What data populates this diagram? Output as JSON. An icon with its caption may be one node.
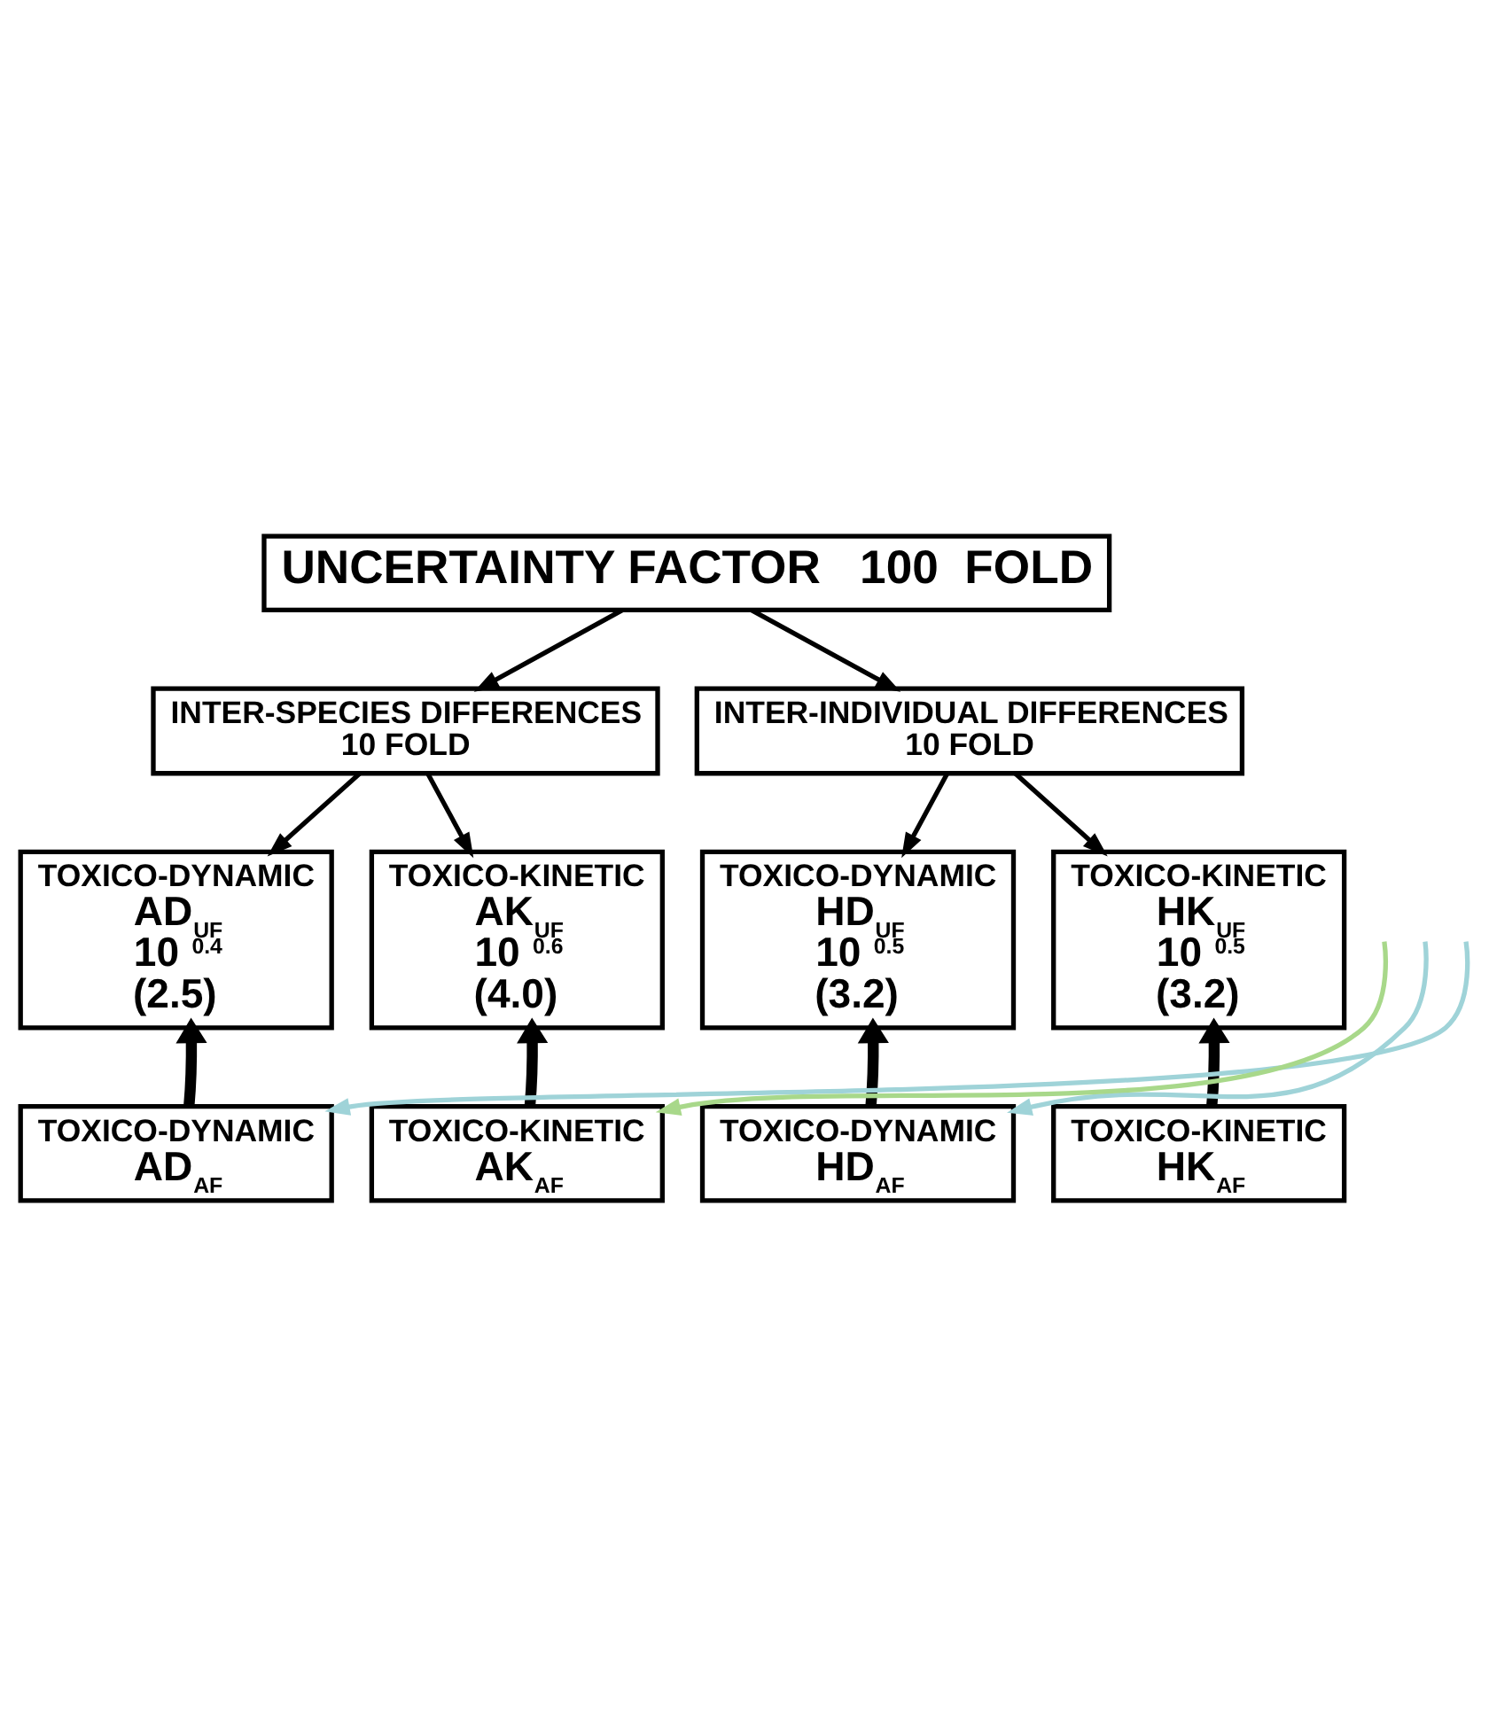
{
  "diagram": {
    "nodes": [
      {
        "text": [
          "UNCERTAINTY FACTOR   100  FOLD"
        ]
      },
      {
        "text": [
          "INTER-SPECIES DIFFERENCES",
          "10 FOLD"
        ]
      },
      {
        "text": [
          "INTER-INDIVIDUAL DIFFERENCES",
          "10 FOLD"
        ]
      },
      {
        "text": [
          "TOXICO-DYNAMIC",
          "AD$_{UF}$",
          "10 $^{0.4}$",
          "(2.5)"
        ]
      },
      {
        "text": [
          "TOXICO-KINETIC",
          "AK$_{UF}$",
          "10 $^{0.6}$",
          "(4.0)"
        ]
      },
      {
        "text": [
          "TOXICO-DYNAMIC",
          "HD$_{UF}$",
          "10 $^{0.5}$",
          "(3.2)"
        ]
      },
      {
        "text": [
          "TOXICO-KINETIC",
          "HK$_{UF}$",
          "10 $^{0.5}$",
          "(3.2)"
        ]
      },
      {
        "text": [
          "TOXICO-DYNAMIC",
          "AD$_{AF}$"
        ]
      },
      {
        "text": [
          "TOXICO-KINETIC",
          "AK$_{AF}$"
        ]
      },
      {
        "text": [
          "TOXICO-DYNAMIC",
          "HD$_{AF}$"
        ]
      },
      {
        "text": [
          "TOXICO-KINETIC",
          "HK$_{AF}$"
        ]
      }
    ],
    "edges": [
      {
        "from": 0,
        "to": 1,
        "arrow": "to"
      },
      {
        "from": 0,
        "to": 2,
        "arrow": "to"
      },
      {
        "from": 1,
        "to": 3,
        "arrow": "to"
      },
      {
        "from": 1,
        "to": 4,
        "arrow": "to"
      },
      {
        "from": 2,
        "to": 5,
        "arrow": "to"
      },
      {
        "from": 2,
        "to": 6,
        "arrow": "to"
      },
      {
        "from": 7,
        "to": 3,
        "arrow": "to",
        "style": "thick"
      },
      {
        "from": 8,
        "to": 4,
        "arrow": "to",
        "style": "thick"
      },
      {
        "from": 9,
        "to": 5,
        "arrow": "to",
        "style": "thick"
      },
      {
        "from": 10,
        "to": 6,
        "arrow": "to",
        "style": "thick"
      },
      {
        "from": null,
        "to": 7,
        "arrow": "to",
        "color": "#9fd3d8"
      },
      {
        "from": null,
        "to": 9,
        "arrow": "to",
        "color": "#9fd3d8"
      },
      {
        "from": null,
        "to": 8,
        "arrow": "to",
        "color": "#a8d88a"
      }
    ]
  }
}
